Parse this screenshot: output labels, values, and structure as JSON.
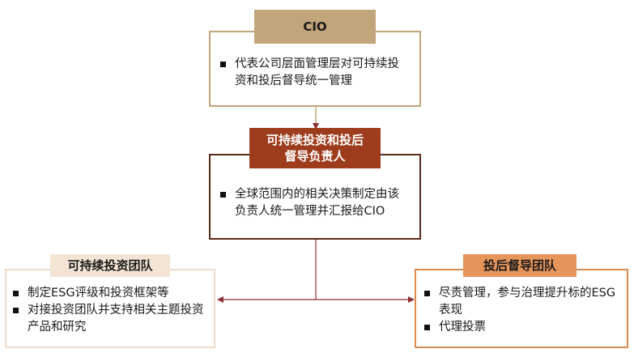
{
  "cio": {
    "title": "CIO",
    "bullets": [
      "代表公司层面管理层对可持续投资和投后督导统一管理"
    ]
  },
  "lead": {
    "title_line1": "可持续投资和投后",
    "title_line2": "督导负责人",
    "bullets": [
      "全球范围内的相关决策制定由该负责人统一管理并汇报给CIO"
    ]
  },
  "left_team": {
    "title": "可持续投资团队",
    "bullets": [
      "制定ESG评级和投资框架等",
      "对接投资团队并支持相关主题投资产品和研究"
    ]
  },
  "right_team": {
    "title": "投后督导团队",
    "bullets": [
      "尽责管理，参与治理提升标的ESG表现",
      "代理投票"
    ]
  },
  "colors": {
    "cio_header": "#c2a57a",
    "cio_border": "#c2a57a",
    "lead_header": "#9e3d1d",
    "lead_border": "#5a2a1a",
    "left_header": "#f3e4d4",
    "left_border": "#f0dcc8",
    "right_header": "#e6955a",
    "right_border": "#d98a4e",
    "connector": "#8a2f2f"
  }
}
